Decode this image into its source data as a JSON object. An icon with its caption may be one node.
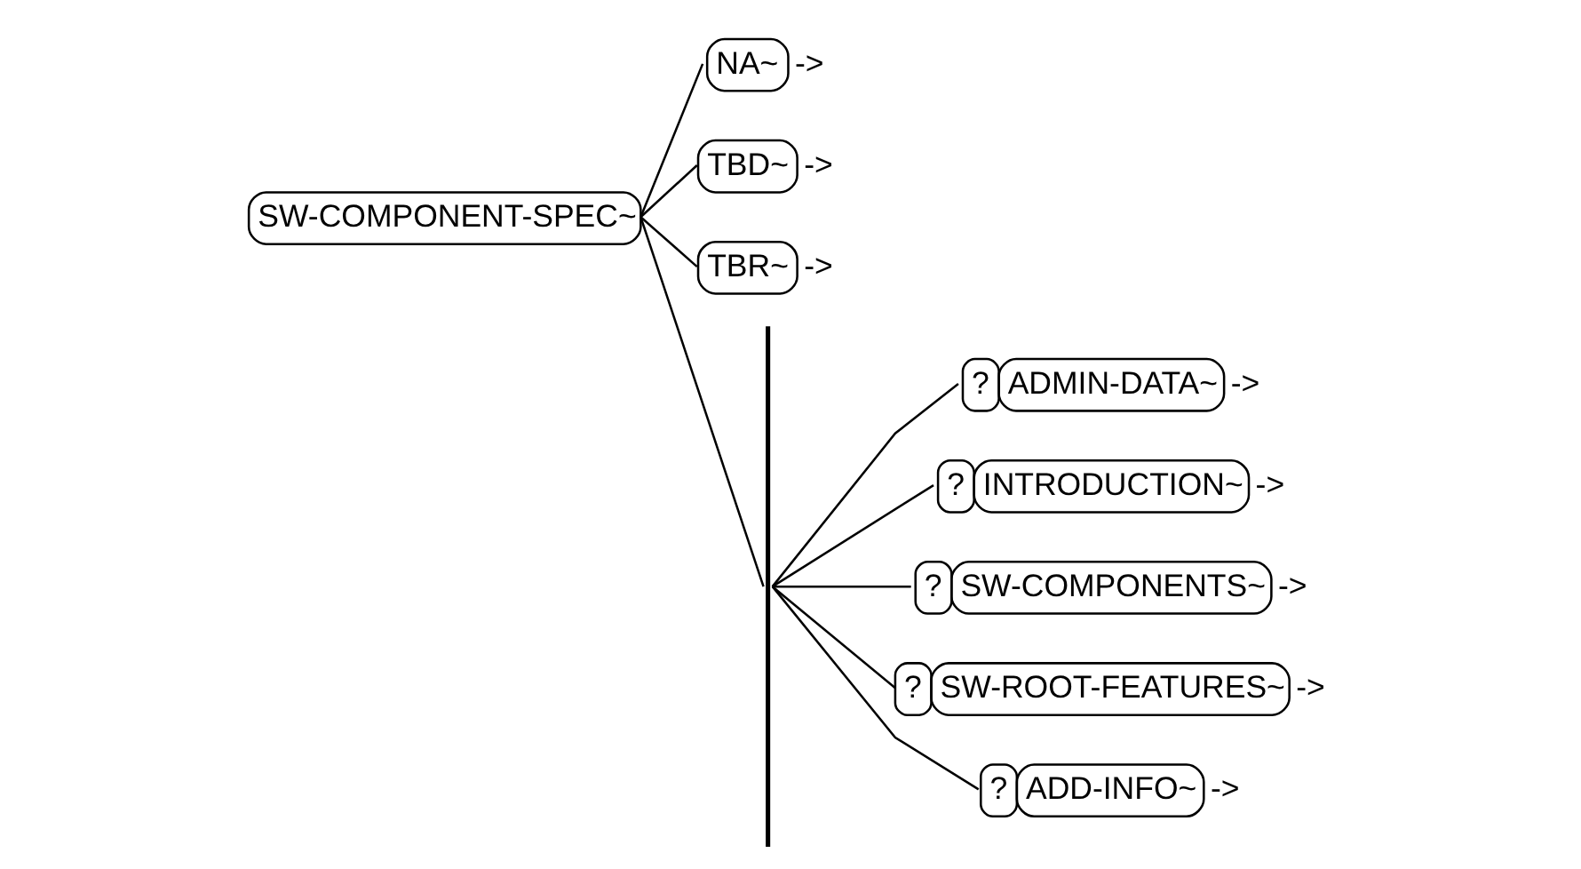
{
  "diagram": {
    "nodes": [
      {
        "text": [
          "SW-COMPONENT-SPEC~"
        ]
      },
      {
        "text": [
          "NA~"
        ],
        "beside": [
          "->"
        ]
      },
      {
        "text": [
          "TBD~"
        ],
        "beside": [
          "->"
        ]
      },
      {
        "text": [
          "TBR~"
        ],
        "beside": [
          "->"
        ]
      },
      {
        "text": [],
        "shape": "bar"
      },
      {
        "text": [
          "?",
          "ADMIN-DATA~"
        ],
        "beside": [
          "->"
        ]
      },
      {
        "text": [
          "?",
          "INTRODUCTION~"
        ],
        "beside": [
          "->"
        ]
      },
      {
        "text": [
          "?",
          "SW-COMPONENTS~"
        ],
        "beside": [
          "->"
        ]
      },
      {
        "text": [
          "?",
          "SW-ROOT-FEATURES~"
        ],
        "beside": [
          "->"
        ]
      },
      {
        "text": [
          "?",
          "ADD-INFO~"
        ],
        "beside": [
          "->"
        ]
      }
    ],
    "edges": [
      {
        "from": 0,
        "to": 1,
        "arrow": "none"
      },
      {
        "from": 0,
        "to": 2,
        "arrow": "none"
      },
      {
        "from": 0,
        "to": 3,
        "arrow": "none"
      },
      {
        "from": 0,
        "to": 4,
        "arrow": "none"
      },
      {
        "from": 4,
        "to": 5,
        "arrow": "none"
      },
      {
        "from": 4,
        "to": 6,
        "arrow": "none"
      },
      {
        "from": 4,
        "to": 7,
        "arrow": "none"
      },
      {
        "from": 4,
        "to": 8,
        "arrow": "none"
      },
      {
        "from": 4,
        "to": 9,
        "arrow": "none"
      }
    ]
  }
}
